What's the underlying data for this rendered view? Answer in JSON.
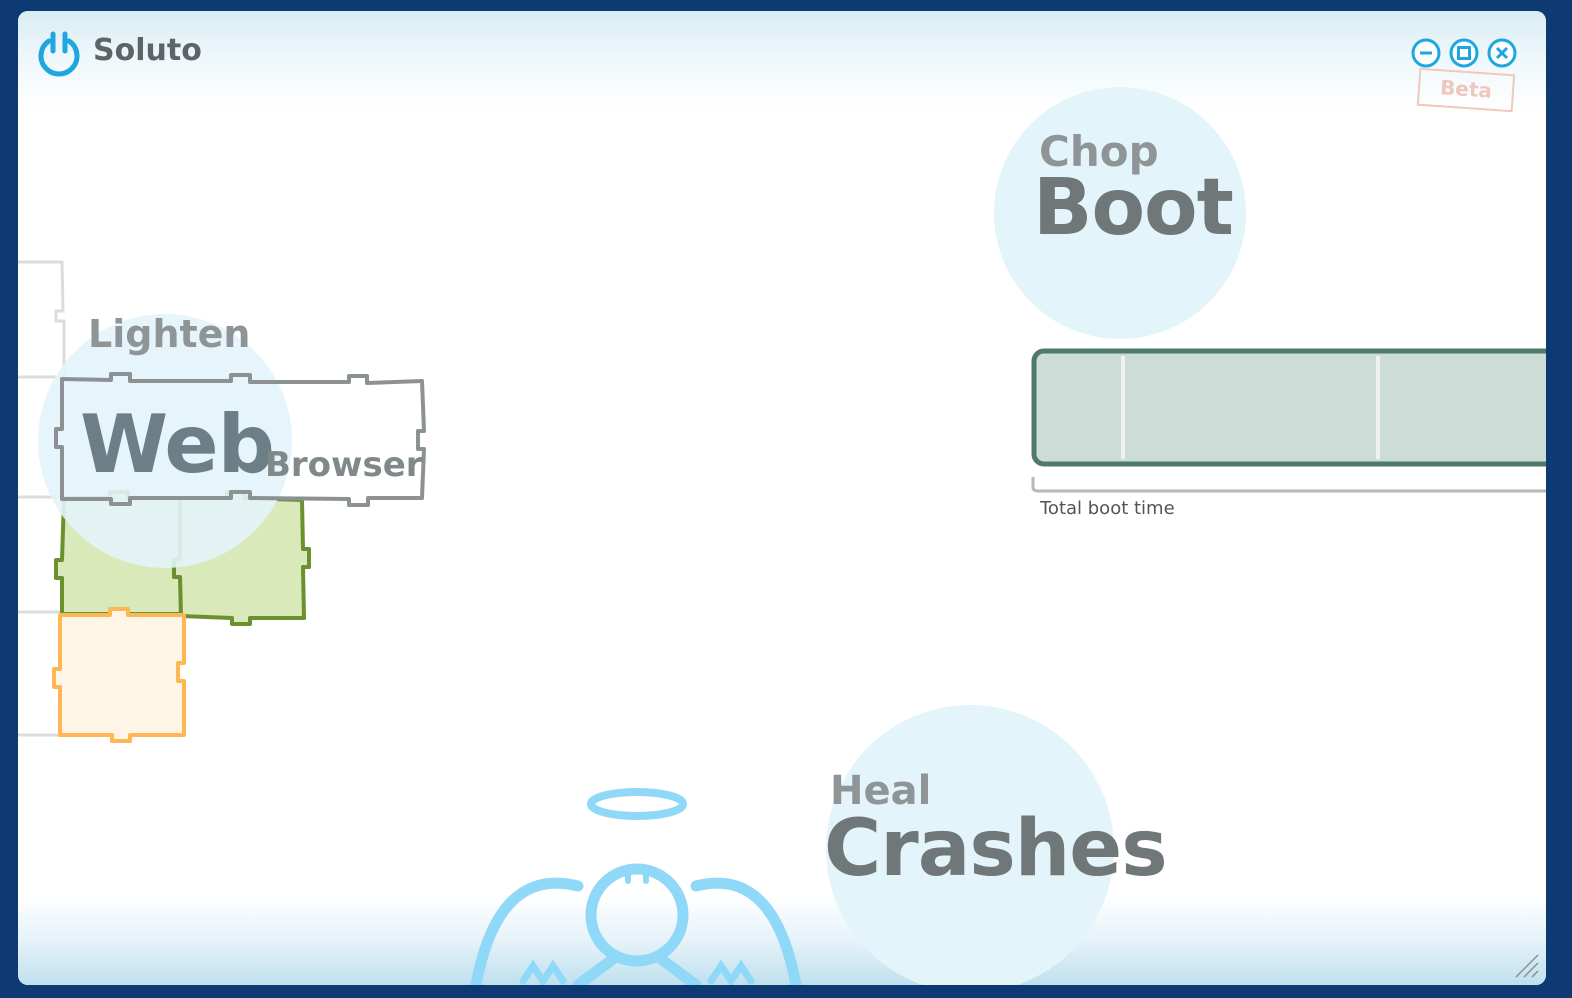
{
  "window": {
    "title": "Soluto",
    "badge": "Beta",
    "controls": {
      "minimize": "minimize",
      "maximize": "maximize",
      "close": "close"
    }
  },
  "chop_boot": {
    "verb": "Chop",
    "noun": "Boot",
    "caption": "Total boot time"
  },
  "lighten": {
    "verb": "Lighten",
    "category_main": "Web",
    "category_sub": "Browser"
  },
  "heal": {
    "verb": "Heal",
    "noun": "Crashes"
  },
  "colors": {
    "brand_blue": "#1ea6e0",
    "window_frame": "#0d3a73",
    "circle_fill": "#e3f4fb",
    "boot_bar_fill": "#ccdcd6",
    "boot_bar_border": "#4d7a6b",
    "green_piece": "#d9e9b9",
    "orange_piece": "#fff5e6",
    "angel_blue": "#8fd8f7"
  },
  "icons": [
    "soluto-power-logo",
    "minimize-icon",
    "maximize-icon",
    "close-icon",
    "beta-stamp",
    "puzzle-piece",
    "angel-icon",
    "resize-grip-icon"
  ]
}
